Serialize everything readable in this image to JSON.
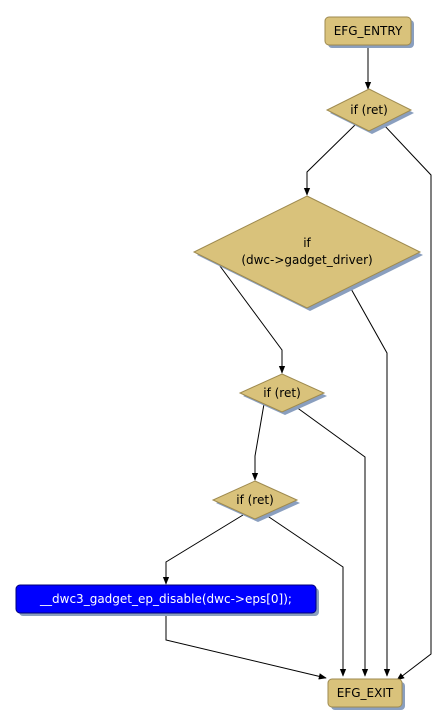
{
  "colors": {
    "node_fill": "#d9c27b",
    "node_stroke": "#9e8a4f",
    "shadow": "#8a9fbf",
    "call_fill": "#0000ff",
    "call_stroke": "#00007a",
    "edge": "#000000"
  },
  "nodes": {
    "entry": "EFG_ENTRY",
    "if_ret_1": "if (ret)",
    "if_gadget_line1": "if",
    "if_gadget_line2": "(dwc->gadget_driver)",
    "if_ret_2": "if (ret)",
    "if_ret_3": "if (ret)",
    "call": "__dwc3_gadget_ep_disable(dwc->eps[0]);",
    "exit": "EFG_EXIT"
  }
}
